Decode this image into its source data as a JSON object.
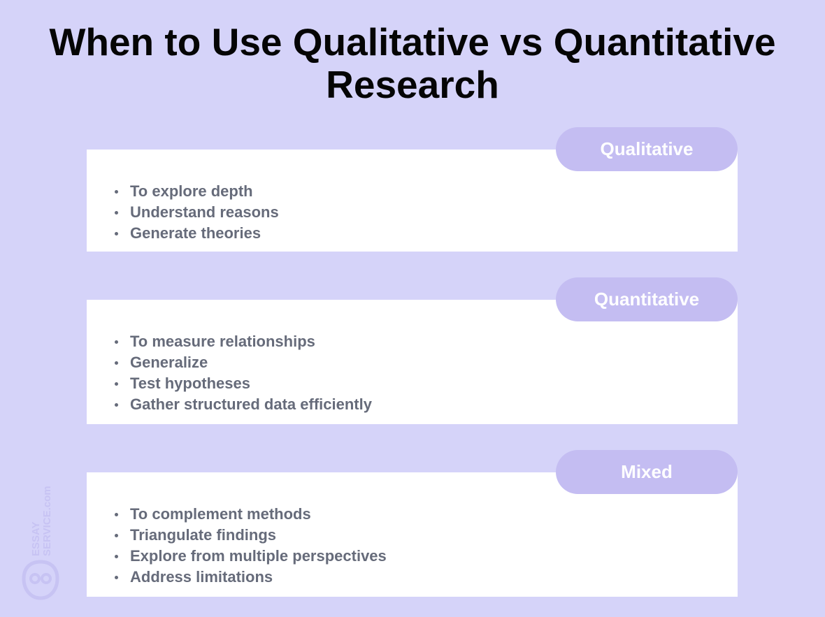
{
  "title": "When to Use Qualitative vs Quantitative Research",
  "sections": [
    {
      "label": "Qualitative",
      "items": [
        "To explore depth",
        "Understand reasons",
        "Generate theories"
      ]
    },
    {
      "label": "Quantitative",
      "items": [
        "To measure relationships",
        "Generalize",
        "Test hypotheses",
        "Gather structured data efficiently"
      ]
    },
    {
      "label": "Mixed",
      "items": [
        "To complement methods",
        "Triangulate findings",
        "Explore from multiple perspectives",
        "Address limitations"
      ]
    }
  ],
  "watermark": {
    "line1": "ESSAY",
    "line2": "SERVICE.com"
  },
  "colors": {
    "background": "#D5D3F9",
    "pill": "#C4BDF2",
    "text": "#666B7A"
  }
}
